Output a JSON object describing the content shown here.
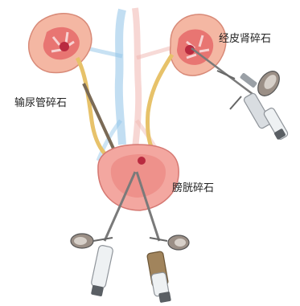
{
  "labels": {
    "percutaneous_nephrolithotomy": "经皮肾碎石",
    "ureteral_lithotripsy": "输尿管碎石",
    "bladder_lithotripsy": "膀胱碎石"
  },
  "colors": {
    "kidney_outer": "#f4b7a3",
    "kidney_inner": "#d9455a",
    "ureter": "#e7c26a",
    "bladder": "#f3a7a0",
    "vessel_blue": "#8fc3e8",
    "instrument_metal": "#c9ccd0",
    "instrument_dark": "#3b3b3b"
  }
}
